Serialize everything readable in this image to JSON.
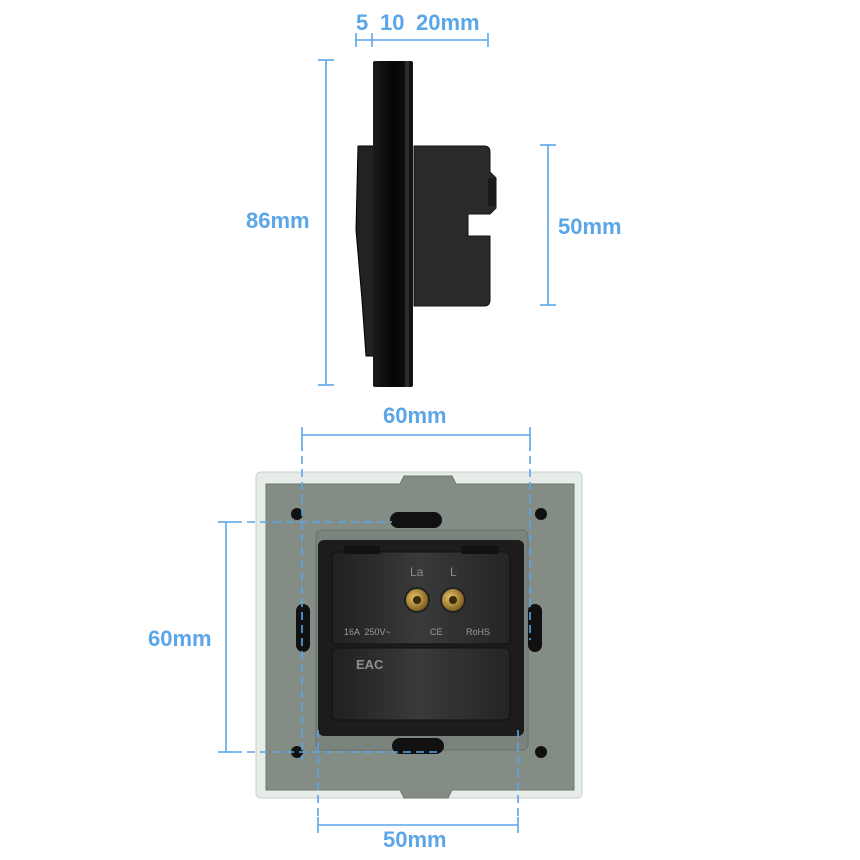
{
  "dimensions": {
    "top_depths": [
      "5",
      "10",
      "20mm"
    ],
    "height_total": "86mm",
    "height_module": "50mm",
    "width_mount_top": "60mm",
    "height_mount_left": "60mm",
    "width_module_bottom": "50mm"
  },
  "module_markings": {
    "terminal_la": "La",
    "terminal_l": "L",
    "rating": "16A  250V~",
    "ce": "CE",
    "rohs": "RoHS",
    "eac": "EAC"
  },
  "colors": {
    "dimension": "#5aa6e8",
    "panel": "#0e0e0e",
    "frame": "#838b85",
    "module": "#2b2b2b"
  }
}
